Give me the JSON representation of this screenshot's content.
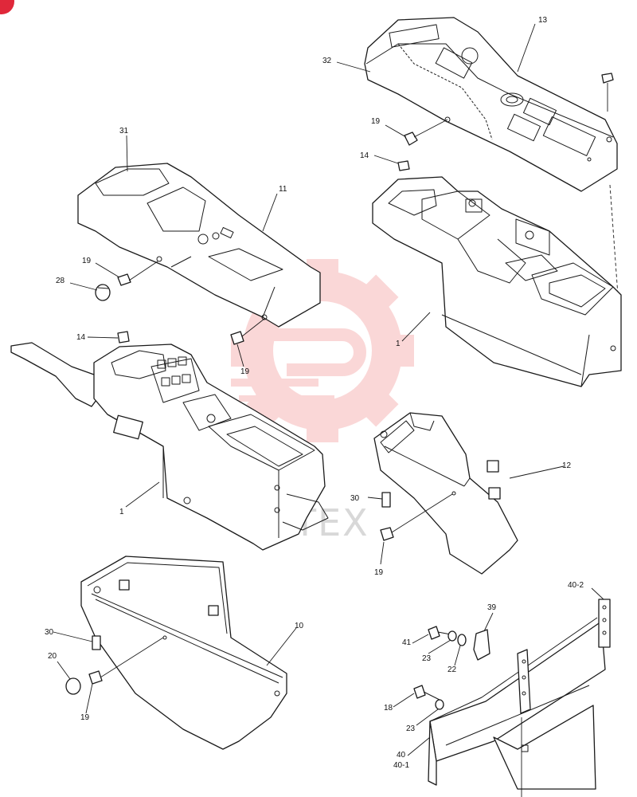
{
  "watermark": {
    "text": "ИНТЕХ",
    "color": "#f4a8a8"
  },
  "callouts": {
    "c13": "13",
    "c32": "32",
    "c19a": "19",
    "c14a": "14",
    "c1a": "1",
    "c31": "31",
    "c11": "11",
    "c19b": "19",
    "c28": "28",
    "c14b": "14",
    "c19c": "19",
    "c1b": "1",
    "c12": "12",
    "c30a": "30",
    "c19d": "19",
    "c10": "10",
    "c30b": "30",
    "c20": "20",
    "c19e": "19",
    "c40_2": "40-2",
    "c39": "39",
    "c41": "41",
    "c23a": "23",
    "c22": "22",
    "c18": "18",
    "c23b": "23",
    "c40": "40",
    "c40_1": "40-1"
  }
}
